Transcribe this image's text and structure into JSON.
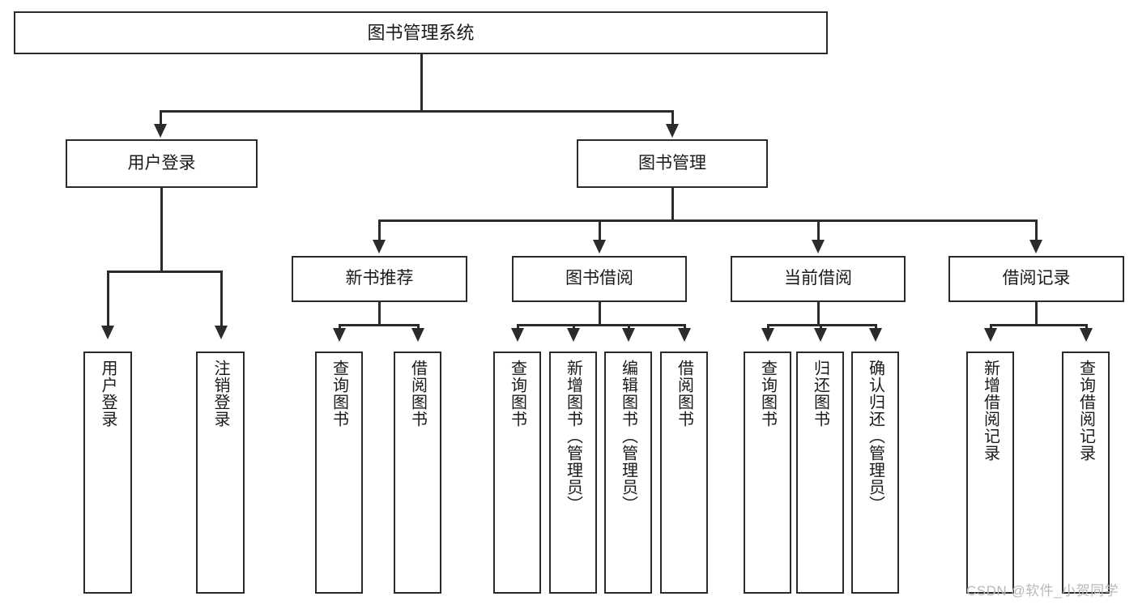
{
  "diagram": {
    "type": "tree-hierarchy-chart",
    "title": "图书管理系统",
    "colors": {
      "stroke": "#2b2b2b",
      "fill": "#ffffff",
      "text": "#1a1a1a",
      "watermark": "#b9b9b9"
    },
    "levels": {
      "level1": [
        {
          "id": "root",
          "label": "图书管理系统"
        }
      ],
      "level2": [
        {
          "id": "user-login",
          "label": "用户登录"
        },
        {
          "id": "book-manage",
          "label": "图书管理"
        }
      ],
      "level3": [
        {
          "id": "new-book-rec",
          "label": "新书推荐"
        },
        {
          "id": "book-borrow",
          "label": "图书借阅"
        },
        {
          "id": "current-borrow",
          "label": "当前借阅"
        },
        {
          "id": "borrow-record",
          "label": "借阅记录"
        }
      ],
      "level4": [
        {
          "id": "leaf-user-login",
          "label": "用户登录",
          "parent": "user-login"
        },
        {
          "id": "leaf-logout",
          "label": "注销登录",
          "parent": "user-login"
        },
        {
          "id": "leaf-query-book-1",
          "label": "查询图书",
          "parent": "new-book-rec"
        },
        {
          "id": "leaf-borrow-book-1",
          "label": "借阅图书",
          "parent": "new-book-rec"
        },
        {
          "id": "leaf-query-book-2",
          "label": "查询图书",
          "parent": "book-borrow"
        },
        {
          "id": "leaf-add-book",
          "label": "新增图书（管理员）",
          "parent": "book-borrow"
        },
        {
          "id": "leaf-edit-book",
          "label": "编辑图书（管理员）",
          "parent": "book-borrow"
        },
        {
          "id": "leaf-borrow-book-2",
          "label": "借阅图书",
          "parent": "book-borrow"
        },
        {
          "id": "leaf-query-book-3",
          "label": "查询图书",
          "parent": "current-borrow"
        },
        {
          "id": "leaf-return-book",
          "label": "归还图书",
          "parent": "current-borrow"
        },
        {
          "id": "leaf-confirm-return",
          "label": "确认归还（管理员）",
          "parent": "current-borrow"
        },
        {
          "id": "leaf-add-record",
          "label": "新增借阅记录",
          "parent": "borrow-record"
        },
        {
          "id": "leaf-query-record",
          "label": "查询借阅记录",
          "parent": "borrow-record"
        }
      ]
    },
    "watermark": "CSDN @软件_小贺同学"
  }
}
